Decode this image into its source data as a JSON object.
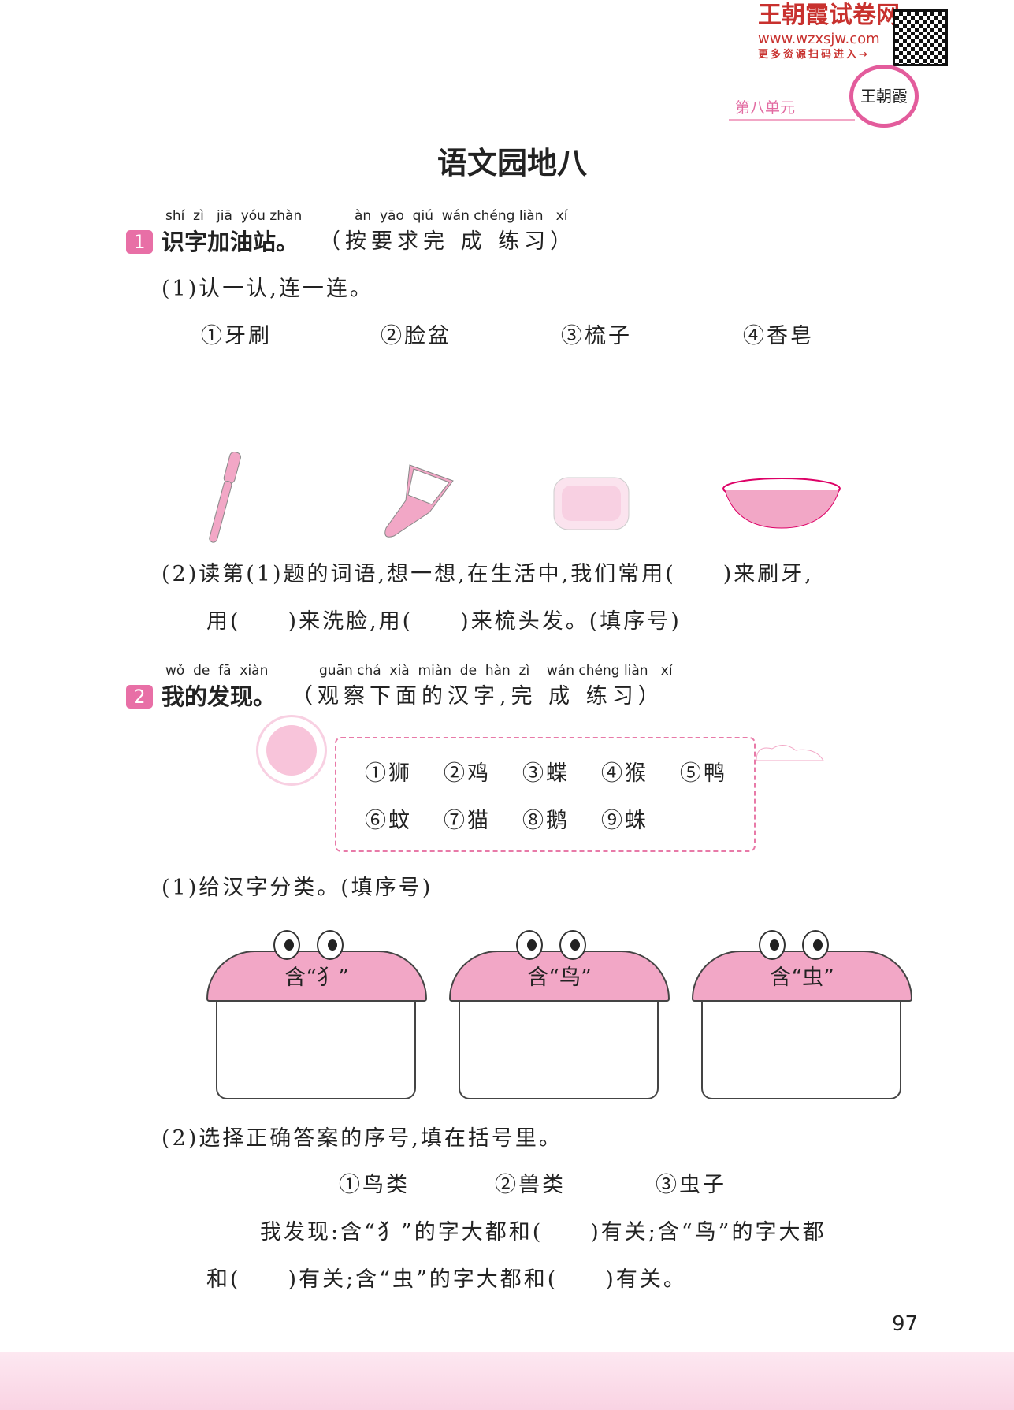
{
  "header": {
    "brand": "王朝霞试卷网",
    "url": "www.wzxsjw.com",
    "more": "更多资源扫码进入→",
    "logo_text": "王朝霞",
    "unit": "第八单元"
  },
  "title": "语文园地八",
  "section1": {
    "number": "1",
    "pinyin_title": "shí  zì   jiā  yóu zhàn",
    "title": "识字加油站。",
    "pinyin_req": "àn  yāo  qiú  wán chéng liàn   xí",
    "req": "（按要求完 成 练习）",
    "q1": "(1)认一认,连一连。",
    "items": [
      "①牙刷",
      "②脸盆",
      "③梳子",
      "④香皂"
    ],
    "images": [
      "toothbrush",
      "comb",
      "soap",
      "basin"
    ],
    "q2_line1": "(2)读第(1)题的词语,想一想,在生活中,我们常用(　　)来刷牙,",
    "q2_line2": "用(　　)来洗脸,用(　　)来梳头发。(填序号)"
  },
  "section2": {
    "number": "2",
    "pinyin_title": "wǒ  de  fā  xiàn",
    "title": "我的发现。",
    "pinyin_req": "guān chá  xià  miàn  de  hàn  zì    wán chéng liàn   xí",
    "req": "（观察下面的汉字,完 成 练习）",
    "chars_row1": [
      "①狮",
      "②鸡",
      "③蝶",
      "④猴",
      "⑤鸭"
    ],
    "chars_row2": [
      "⑥蚊",
      "⑦猫",
      "⑧鹅",
      "⑨蛛"
    ],
    "q1": "(1)给汉字分类。(填序号)",
    "baskets": [
      "含“犭”",
      "含“鸟”",
      "含“虫”"
    ],
    "q2": "(2)选择正确答案的序号,填在括号里。",
    "options": [
      "①鸟类",
      "②兽类",
      "③虫子"
    ],
    "sentence1": "我发现:含“犭”的字大都和(　　)有关;含“鸟”的字大都",
    "sentence2": "和(　　)有关;含“虫”的字大都和(　　)有关。"
  },
  "page_number": "97"
}
